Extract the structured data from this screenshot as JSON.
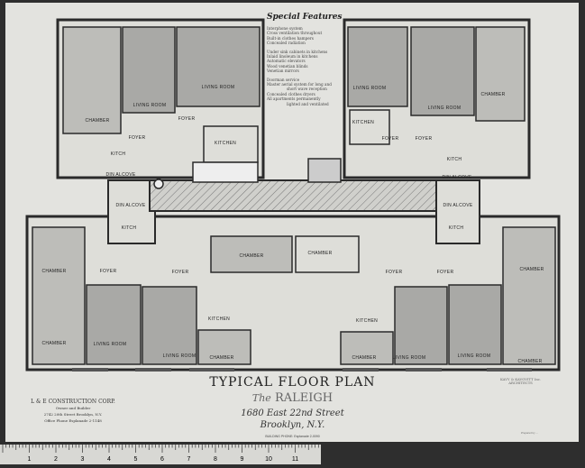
{
  "features": {
    "title": "Special Features",
    "groups": [
      [
        "Interphone system",
        "Cross ventilation throughout",
        "Built-in clothes hampers",
        "Concealed radiation"
      ],
      [
        "Under sink cabinets in kitchens",
        "Inlaid linoleum in kitchens",
        "Automatic elevators",
        "Wood venetian blinds",
        "Venetian mirrors"
      ],
      [
        "Doorman service",
        "Master aerial system for long and",
        "short wave reception",
        "Concealed clothes dryers",
        "All apartments permanently",
        "lighted and ventilated"
      ]
    ]
  },
  "rooms": [
    "CHAMBER",
    "LIVING ROOM",
    "LIVING ROOM",
    "FOYER",
    "FOYER",
    "KITCHEN",
    "KITCH",
    "DIN ALCOVE",
    "LIVING ROOM",
    "CHAMBER",
    "LIVING ROOM",
    "KITCHEN",
    "FOYER",
    "FOYER",
    "KITCH",
    "DIN ALCOVE",
    "DIN ALCOVE",
    "KITCH",
    "DIN ALCOVE",
    "KITCH",
    "CHAMBER",
    "CHAMBER",
    "CHAMBER",
    "FOYER",
    "FOYER",
    "KITCHEN",
    "CHAMBER",
    "LIVING ROOM",
    "LIVING ROOM",
    "CHAMBER",
    "FOYER",
    "FOYER",
    "CHAMBER",
    "KITCHEN",
    "CHAMBER",
    "LIVING ROOM",
    "LIVING ROOM",
    "CHAMBER"
  ],
  "title": {
    "heading": "TYPICAL FLOOR PLAN",
    "the": "The",
    "name": "RALEIGH",
    "address1": "1680 East 22nd Street",
    "address2": "Brooklyn, N.Y.",
    "building_phone": "BUILDING PHONE: Esplanade 2-0090"
  },
  "builder": {
    "name": "L & E CONSTRUCTION CORP.",
    "role": "Owner and Builder",
    "address": "2742 20th Street Brooklyn, N.Y.",
    "phone": "Office Phone Esplanade 2-1148"
  },
  "architect": {
    "name": "KAVY & KAVOVITT Inc.",
    "role": "ARCHITECTS"
  },
  "prepared": "Prepared by ...",
  "ruler": {
    "numbers": [
      "1",
      "2",
      "3",
      "4",
      "5",
      "6",
      "7",
      "8",
      "9",
      "10",
      "11"
    ]
  }
}
